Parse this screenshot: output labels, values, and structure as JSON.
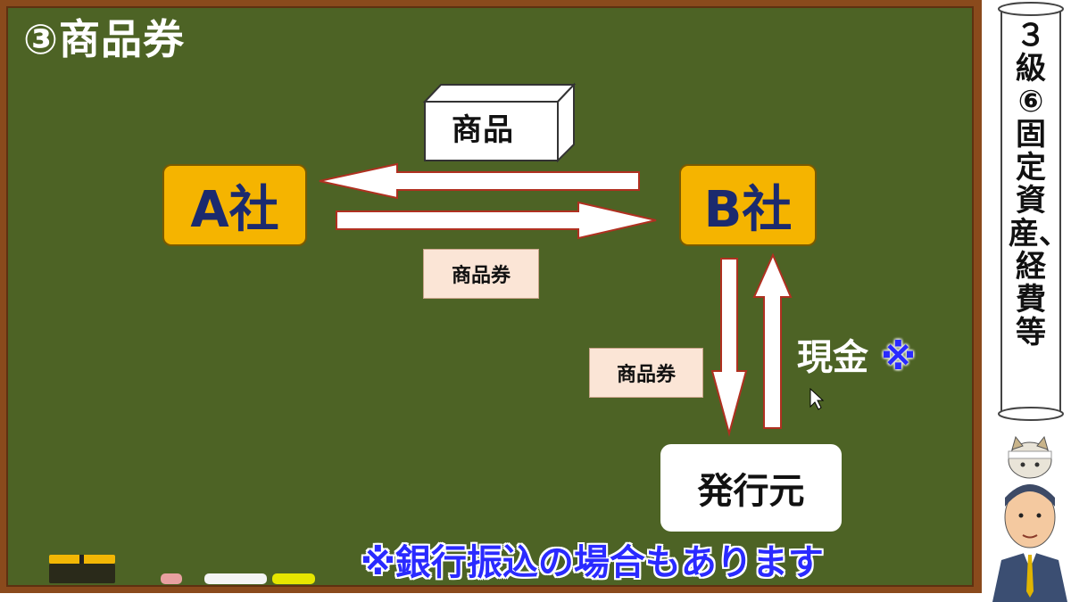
{
  "section_title": "③商品券",
  "diagram": {
    "goods_label": "商品",
    "company_a": "A社",
    "company_b": "B社",
    "voucher_label_1": "商品券",
    "voucher_label_2": "商品券",
    "issuer": "発行元",
    "cash_label": "現金",
    "cash_mark": "※"
  },
  "note": "※銀行振込の場合もあります",
  "side_scroll": {
    "text": "３級⑥固定資産、経費等"
  },
  "colors": {
    "board": "#4d6325",
    "frame": "#8a4a1c",
    "company_box": "#f5b400",
    "company_text": "#1b2a6e",
    "label_box": "#fbe5d6",
    "note_text": "#2a2aff"
  }
}
